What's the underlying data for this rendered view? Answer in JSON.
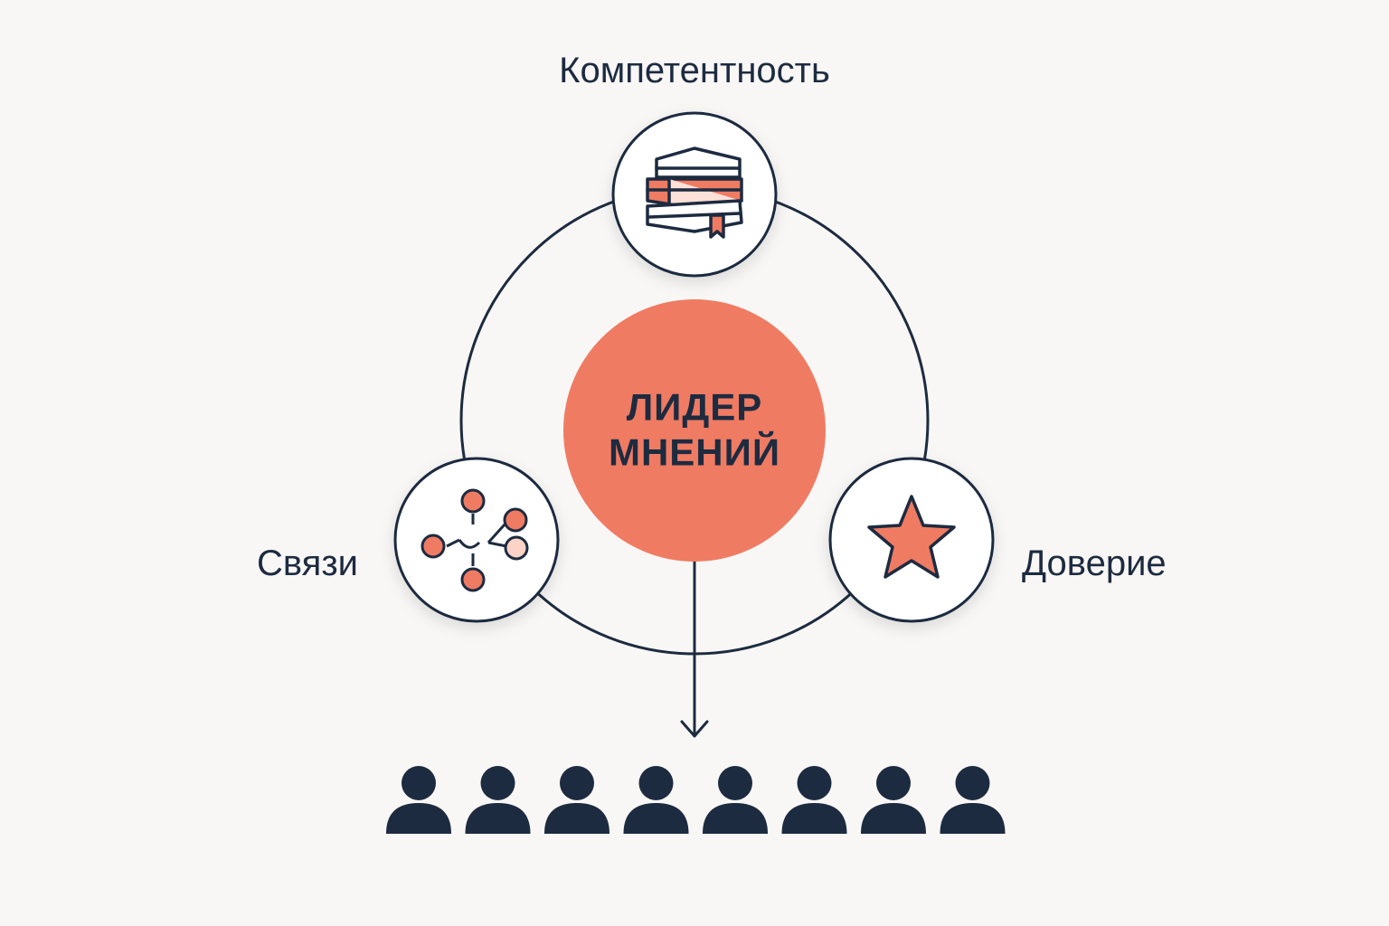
{
  "center": {
    "line1": "ЛИДЕР",
    "line2": "МНЕНИЙ"
  },
  "nodes": {
    "top": "Компетентность",
    "left": "Связи",
    "right": "Доверие"
  },
  "audience": {
    "icon": "person-icon",
    "count": 8
  },
  "colors": {
    "accent": "#f07b63",
    "ink": "#1d2b40",
    "background": "#f8f7f5",
    "node_fill": "#ffffff"
  }
}
